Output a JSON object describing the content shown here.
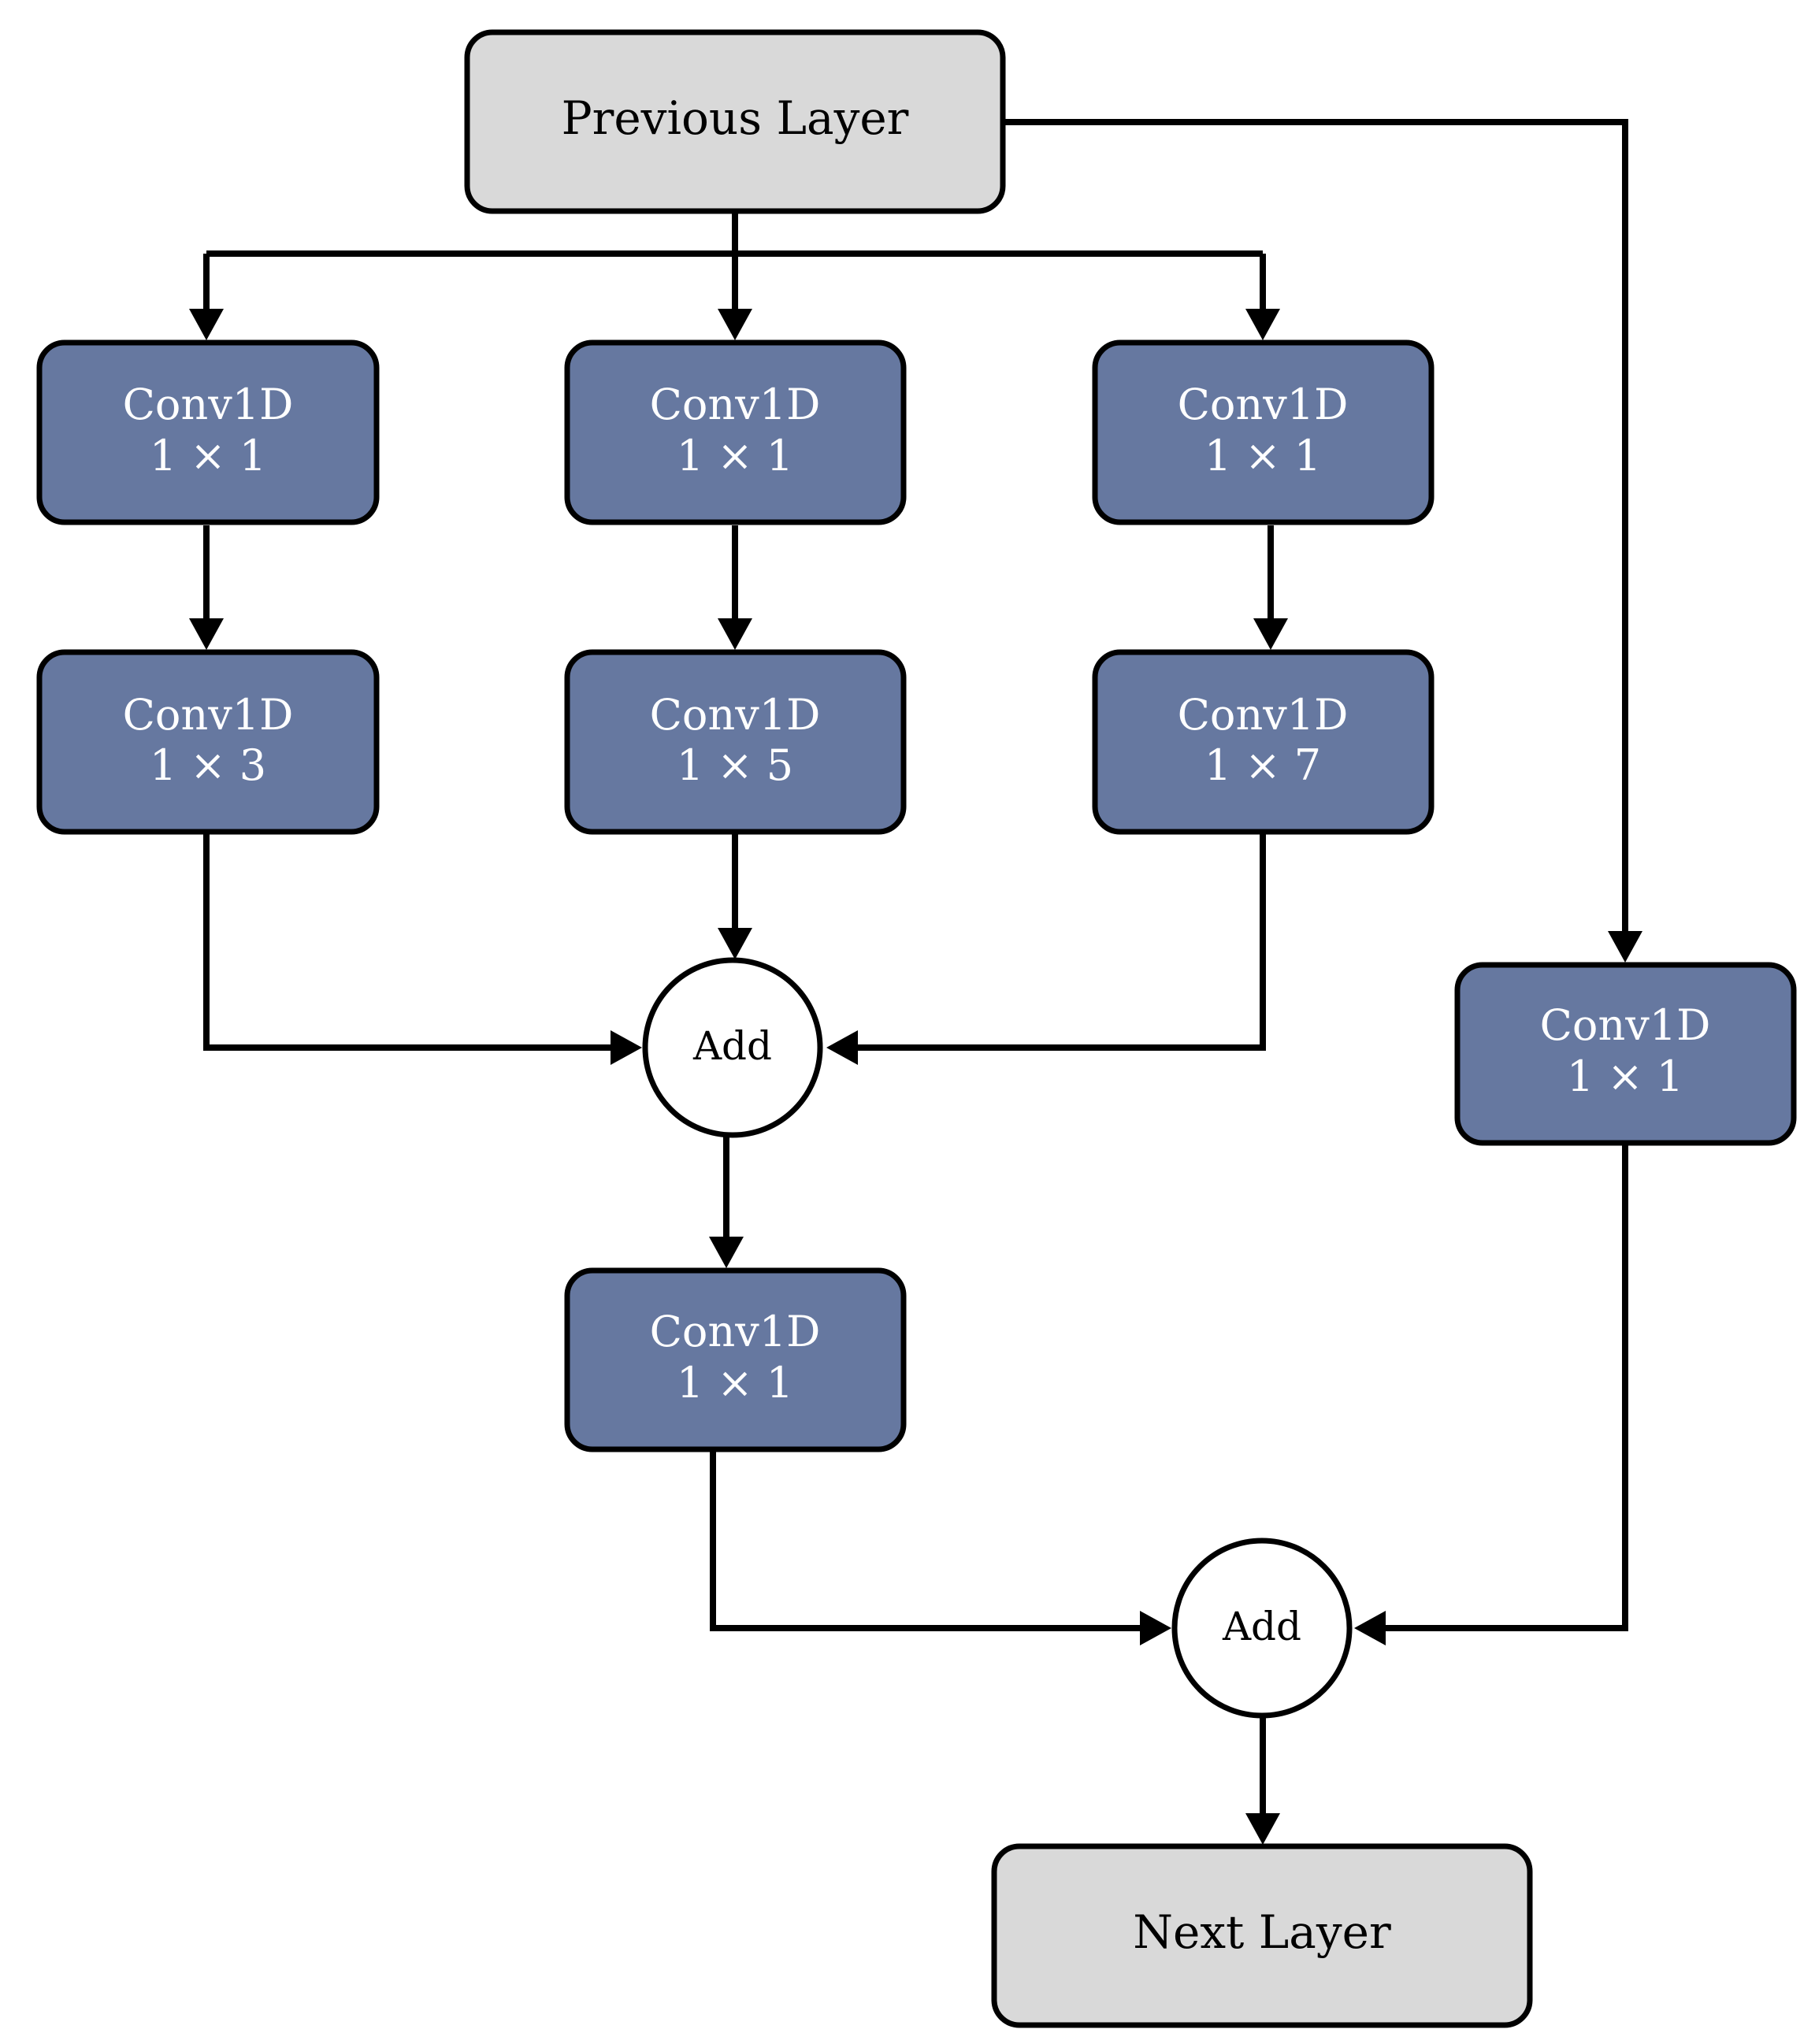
{
  "diagram": {
    "colors": {
      "io_fill": "#d9d9d9",
      "conv_fill": "#6678a0",
      "add_fill": "#ffffff",
      "line": "#000000"
    },
    "nodes": {
      "prev": {
        "kind": "io",
        "label": "Previous Layer"
      },
      "conv_a1": {
        "kind": "conv",
        "line1": "Conv1D",
        "line2": "1 × 1"
      },
      "conv_b1": {
        "kind": "conv",
        "line1": "Conv1D",
        "line2": "1 × 1"
      },
      "conv_c1": {
        "kind": "conv",
        "line1": "Conv1D",
        "line2": "1 × 1"
      },
      "conv_a3": {
        "kind": "conv",
        "line1": "Conv1D",
        "line2": "1 × 3"
      },
      "conv_b5": {
        "kind": "conv",
        "line1": "Conv1D",
        "line2": "1 × 5"
      },
      "conv_c7": {
        "kind": "conv",
        "line1": "Conv1D",
        "line2": "1 × 7"
      },
      "conv_skip": {
        "kind": "conv",
        "line1": "Conv1D",
        "line2": "1 × 1"
      },
      "add1": {
        "kind": "add",
        "label": "Add"
      },
      "conv_merge": {
        "kind": "conv",
        "line1": "Conv1D",
        "line2": "1 × 1"
      },
      "add2": {
        "kind": "add",
        "label": "Add"
      },
      "next": {
        "kind": "io",
        "label": "Next Layer"
      }
    },
    "edges": [
      {
        "from": "prev",
        "to": "conv_a1"
      },
      {
        "from": "prev",
        "to": "conv_b1"
      },
      {
        "from": "prev",
        "to": "conv_c1"
      },
      {
        "from": "prev",
        "to": "conv_skip"
      },
      {
        "from": "conv_a1",
        "to": "conv_a3"
      },
      {
        "from": "conv_b1",
        "to": "conv_b5"
      },
      {
        "from": "conv_c1",
        "to": "conv_c7"
      },
      {
        "from": "conv_a3",
        "to": "add1"
      },
      {
        "from": "conv_b5",
        "to": "add1"
      },
      {
        "from": "conv_c7",
        "to": "add1"
      },
      {
        "from": "add1",
        "to": "conv_merge"
      },
      {
        "from": "conv_merge",
        "to": "add2"
      },
      {
        "from": "conv_skip",
        "to": "add2"
      },
      {
        "from": "add2",
        "to": "next"
      }
    ]
  }
}
